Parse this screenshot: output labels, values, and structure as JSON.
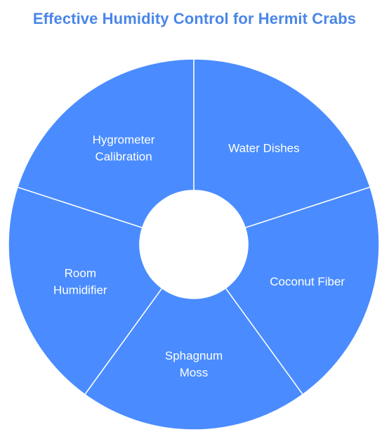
{
  "title": "Effective Humidity Control for Hermit Crabs",
  "chart_data": {
    "type": "pie",
    "variant": "donut",
    "title": "Effective Humidity Control for Hermit Crabs",
    "categories": [
      "Water Dishes",
      "Coconut Fiber",
      "Sphagnum Moss",
      "Room Humidifier",
      "Hygrometer Calibration"
    ],
    "labels": [
      [
        "Water Dishes"
      ],
      [
        "Coconut Fiber"
      ],
      [
        "Sphagnum",
        "Moss"
      ],
      [
        "Room",
        "Humidifier"
      ],
      [
        "Hygrometer",
        "Calibration"
      ]
    ],
    "values": [
      1,
      1,
      1,
      1,
      1
    ],
    "colors": [
      "#4a8cff",
      "#4a8cff",
      "#4a8cff",
      "#4a8cff",
      "#4a8cff"
    ],
    "segment_border_color": "#ffffff",
    "center_color": "#ffffff",
    "legend": "none"
  }
}
